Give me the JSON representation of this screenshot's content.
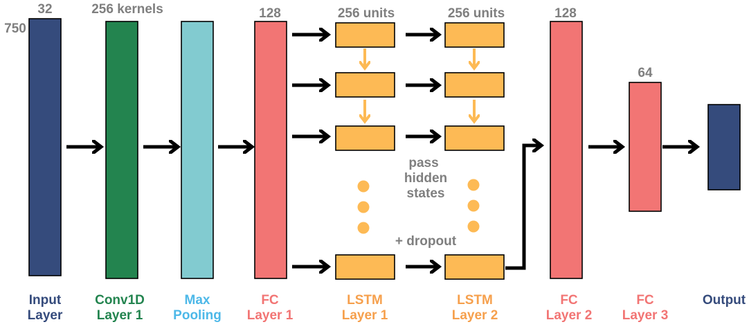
{
  "colors": {
    "input": "#354B7C",
    "conv": "#23844F",
    "pool": "#82CBD0",
    "fc": "#F27574",
    "lstm": "#FDBA55",
    "output": "#354B7C",
    "annotation": "#7f7f7f"
  },
  "labels": {
    "input_width": "32",
    "input_height": "750",
    "conv_kernels": "256 kernels",
    "fc1_units": "128",
    "lstm1_units": "256 units",
    "lstm2_units": "256 units",
    "fc2_units": "128",
    "fc3_units": "64",
    "pass_hidden_1": "pass",
    "pass_hidden_2": "hidden",
    "pass_hidden_3": "states",
    "dropout": "+ dropout"
  },
  "captions": {
    "input_1": "Input",
    "input_2": "Layer",
    "conv_1": "Conv1D",
    "conv_2": "Layer 1",
    "pool_1": "Max",
    "pool_2": "Pooling",
    "fc1_1": "FC",
    "fc1_2": "Layer 1",
    "lstm1_1": "LSTM",
    "lstm1_2": "Layer 1",
    "lstm2_1": "LSTM",
    "lstm2_2": "Layer 2",
    "fc2_1": "FC",
    "fc2_2": "Layer 2",
    "fc3_1": "FC",
    "fc3_2": "Layer 3",
    "output_1": "Output"
  },
  "caption_colors": {
    "input": "#354B7C",
    "conv": "#23844F",
    "pool": "#4DB8E8",
    "fc": "#F27574",
    "lstm": "#F6A04D",
    "output": "#354B7C"
  }
}
